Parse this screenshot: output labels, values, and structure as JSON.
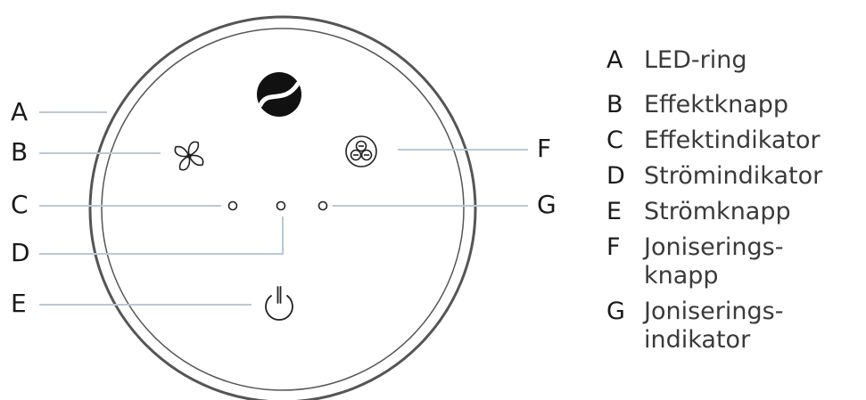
{
  "callouts": {
    "A": "A",
    "B": "B",
    "C": "C",
    "D": "D",
    "E": "E",
    "F": "F",
    "G": "G"
  },
  "legend": [
    {
      "key": "A",
      "text": "LED-ring"
    },
    {
      "key": "B",
      "text": "Effektknapp"
    },
    {
      "key": "C",
      "text": "Effektindikator"
    },
    {
      "key": "D",
      "text": "Strömindikator"
    },
    {
      "key": "E",
      "text": "Strömknapp"
    },
    {
      "key": "F",
      "text": "Joniserings-\nknapp"
    },
    {
      "key": "G",
      "text": "Joniserings-\nindikator"
    }
  ],
  "icons": [
    "logo-icon",
    "fan-icon",
    "ionizer-icon",
    "power-icon"
  ],
  "colors": {
    "ring": "#555555",
    "leader_line": "#b9c8d4",
    "text": "#1a1a1a"
  }
}
